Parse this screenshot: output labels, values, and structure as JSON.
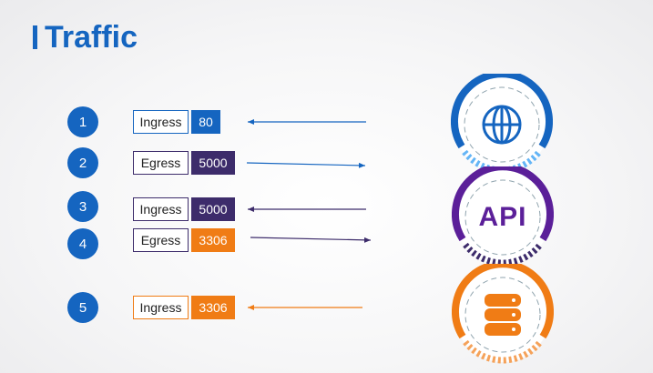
{
  "title": "Traffic",
  "colors": {
    "blue": "#1565c0",
    "purple": "#3d2c6b",
    "orange": "#f07c15",
    "api_purple": "#5b1f99"
  },
  "rules": [
    {
      "number": "1",
      "direction": "Ingress",
      "port": "80",
      "color": "blue"
    },
    {
      "number": "2",
      "direction": "Egress",
      "port": "5000",
      "color": "purple"
    },
    {
      "number": "3",
      "direction": "Ingress",
      "port": "5000",
      "color": "purple"
    },
    {
      "number": "4",
      "direction": "Egress",
      "port": "3306",
      "color": "orange"
    },
    {
      "number": "5",
      "direction": "Ingress",
      "port": "3306",
      "color": "orange"
    }
  ],
  "servers": [
    {
      "name": "web",
      "icon": "globe-icon",
      "color": "blue"
    },
    {
      "name": "api",
      "label": "API",
      "icon": "api-text",
      "color": "purple"
    },
    {
      "name": "database",
      "icon": "database-icon",
      "color": "orange"
    }
  ]
}
